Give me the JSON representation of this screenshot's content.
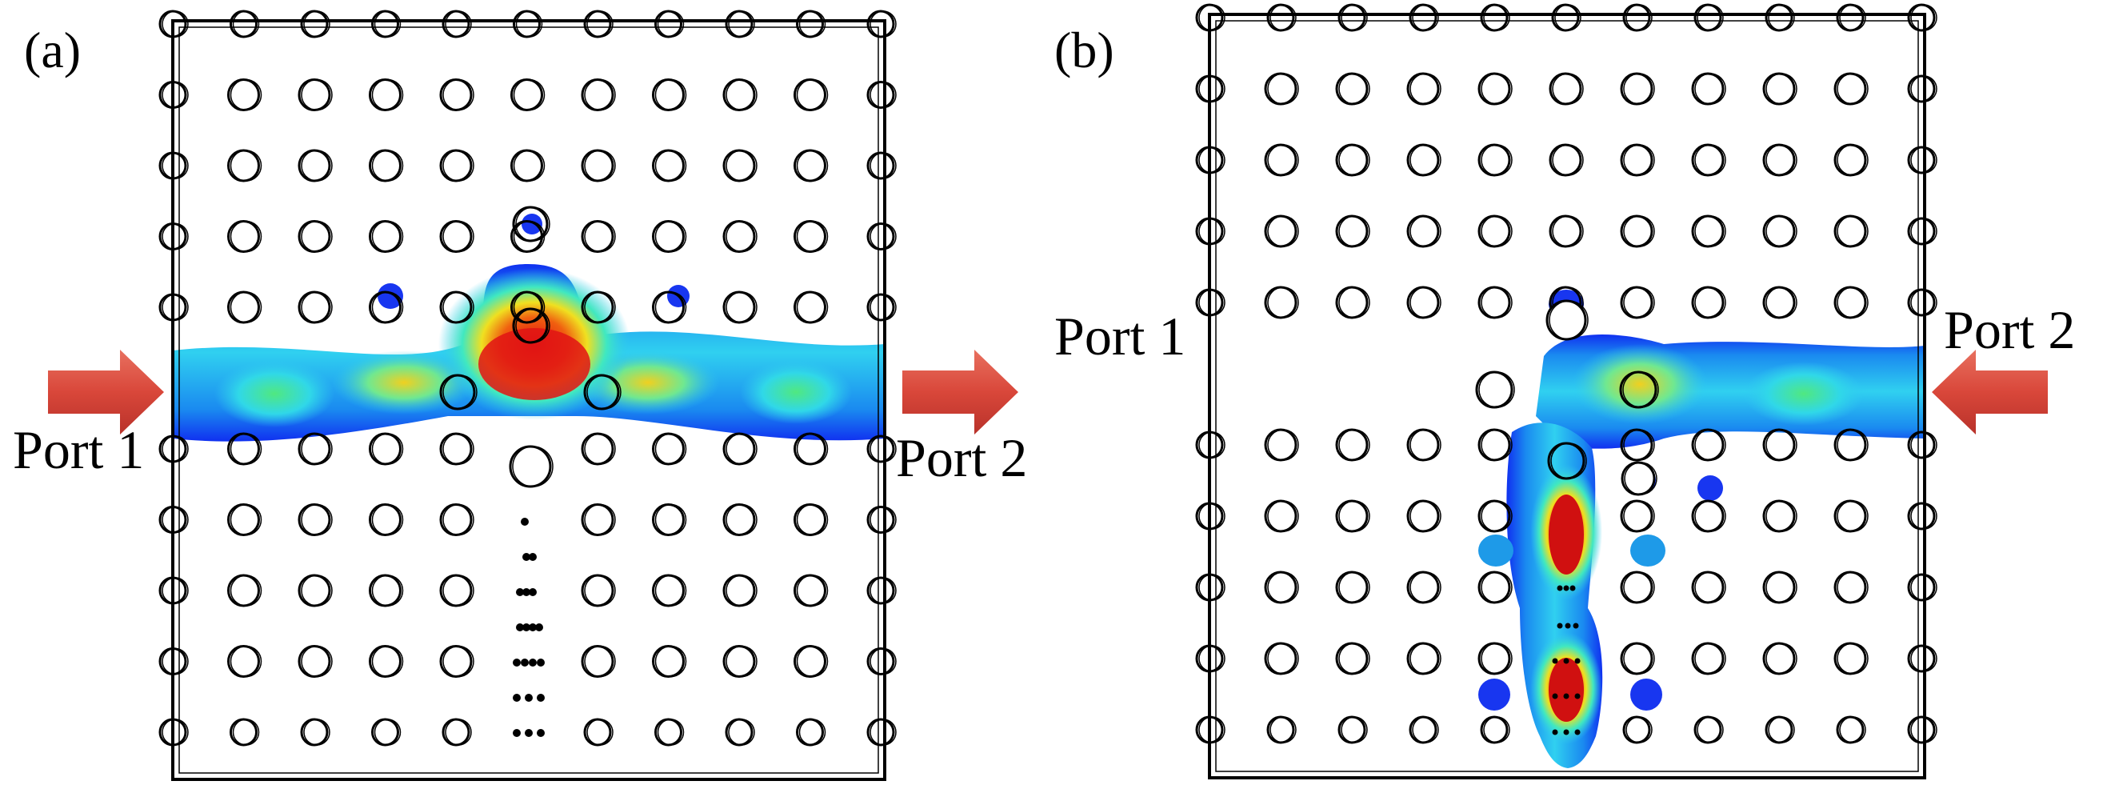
{
  "figure": {
    "panels": [
      {
        "id": "a",
        "label": "(a)",
        "ports": [
          {
            "label": "Port 1",
            "arrow": "in"
          },
          {
            "label": "Port 2",
            "arrow": "out"
          }
        ]
      },
      {
        "id": "b",
        "label": "(b)",
        "ports": [
          {
            "label": "Port 1"
          },
          {
            "label": "Port 2",
            "arrow": "in"
          }
        ]
      }
    ],
    "colors": {
      "arrow": "#d9473a",
      "rod_outline": "#000000",
      "field_low": "#0a2cf0",
      "field_mid": "#1fe6e6",
      "field_high": "#e81414"
    }
  }
}
